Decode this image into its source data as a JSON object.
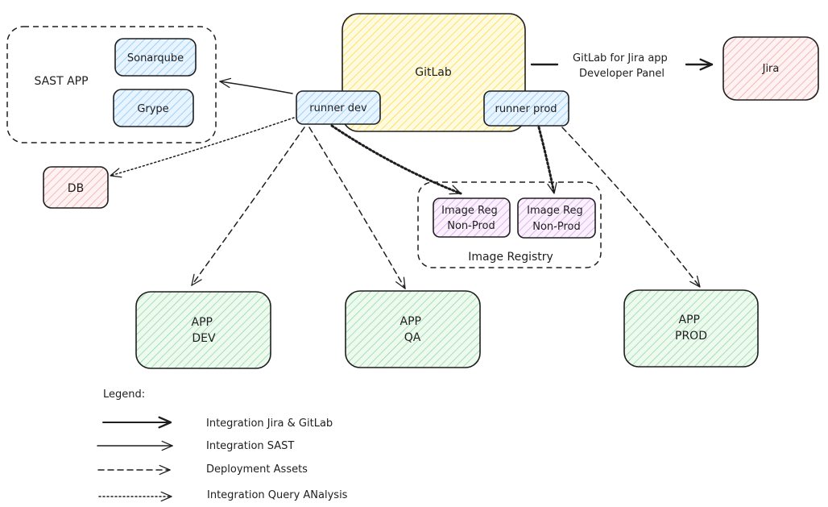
{
  "nodes": {
    "gitlab": "GitLab",
    "jira": "Jira",
    "runner_dev": "runner dev",
    "runner_prod": "runner prod",
    "sast_group": "SAST APP",
    "sonarqube": "Sonarqube",
    "grype": "Grype",
    "db": "DB",
    "image_registry_group": "Image Registry",
    "image_reg_1": [
      "Image Reg",
      "Non-Prod"
    ],
    "image_reg_2": [
      "Image Reg",
      "Non-Prod"
    ],
    "app_dev": [
      "APP",
      "DEV"
    ],
    "app_qa": [
      "APP",
      "QA"
    ],
    "app_prod": [
      "APP",
      "PROD"
    ]
  },
  "edges": {
    "jira_link_label": [
      "GitLab for Jira app",
      "Developer Panel"
    ]
  },
  "legend": {
    "title": "Legend:",
    "items": [
      "Integration Jira & GitLab",
      "Integration SAST",
      "Deployment Assets",
      "Integration Query ANalysis"
    ]
  },
  "colors": {
    "gitlab_fill": "#ffec99",
    "blue_fill": "#a5d8ff",
    "pink_fill": "#ffc9c9",
    "green_fill": "#b2f2bb",
    "purple_fill": "#eebefa",
    "stroke": "#1e1e1e"
  }
}
